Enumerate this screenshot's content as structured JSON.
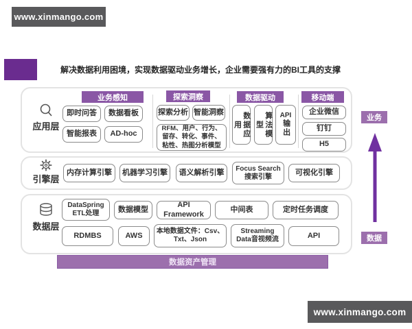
{
  "watermarks": {
    "top": "www.xinmango.com",
    "bottom": "www.xinmango.com"
  },
  "title": "解决数据利用困境，实现数据驱动业务增长，企业需要强有力的BI工具的支撑",
  "colors": {
    "accent_dark_purple": "#6a2c8f",
    "badge_purple": "#8a57a5",
    "bar_purple": "#9c6fad",
    "arrow_purple": "#7030a0",
    "watermark_gray": "#59595b"
  },
  "app_layer": {
    "label": "应用层",
    "icon": "search-icon",
    "groups": {
      "perception": {
        "header": "业务感知",
        "items": [
          "即时问答",
          "数据看板",
          "智能报表",
          "AD-hoc"
        ]
      },
      "insight": {
        "header": "探索洞察",
        "items": [
          "探索分析",
          "智能洞察"
        ],
        "models": "RFM、用户、行为、留存、转化、事件、粘性、热图分析模型"
      },
      "driven": {
        "header": "数据驱动",
        "items": [
          {
            "prefix": "",
            "vertical": "数据应用"
          },
          {
            "prefix": "",
            "vertical": "算法模型"
          },
          {
            "prefix": "API",
            "vertical": "输出"
          }
        ]
      },
      "mobile": {
        "header": "移动端",
        "items": [
          "企业微信",
          "钉钉",
          "H5"
        ]
      }
    }
  },
  "engine_layer": {
    "label": "引擎层",
    "icon": "gear-icon",
    "items": [
      "内存计算引擎",
      "机器学习引擎",
      "语义解析引擎",
      "Focus Search\n搜索引擎",
      "可视化引擎"
    ]
  },
  "data_layer": {
    "label": "数据层",
    "icon": "database-icon",
    "row1": [
      "DataSpring\nETL处理",
      "数据模型",
      "API Framework",
      "中间表",
      "定时任务调度"
    ],
    "row2": [
      "RDMBS",
      "AWS",
      "本地数据文件：Csv、\nTxt、Json",
      "Streaming\nData音视频流",
      "API"
    ]
  },
  "bottom_bar": "数据资产管理",
  "flow": {
    "top": "业务",
    "bottom": "数据"
  }
}
